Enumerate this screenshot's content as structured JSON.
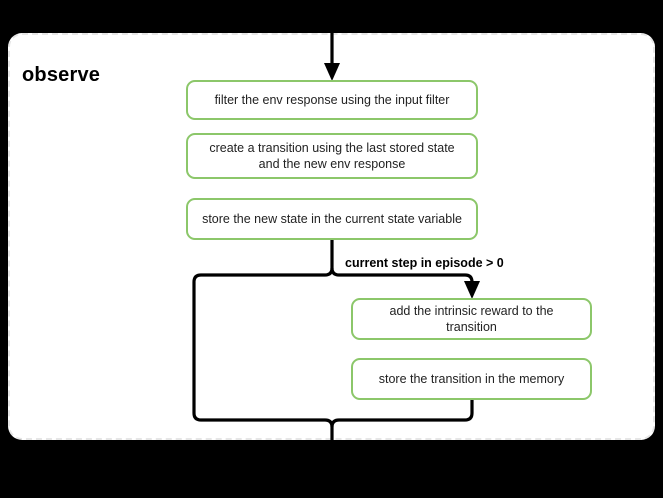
{
  "diagram": {
    "type": "flowchart",
    "group": {
      "title": "observe",
      "border_style": "dashed",
      "border_color": "#e6e6e6",
      "background": "#ffffff"
    },
    "canvas_background": "#000000",
    "node_border_color": "#8cc76a",
    "edge_color": "#000000",
    "nodes": [
      {
        "id": "filter",
        "label": "filter the env response using the input filter"
      },
      {
        "id": "transition",
        "label": "create a transition using the last stored state and the new env response"
      },
      {
        "id": "store_state",
        "label": "store the new state in the current state variable"
      },
      {
        "id": "intrinsic",
        "label": "add the intrinsic reward to the transition"
      },
      {
        "id": "store_mem",
        "label": "store the transition in the memory"
      }
    ],
    "edges": [
      {
        "from": "entry",
        "to": "filter",
        "label": ""
      },
      {
        "from": "store_state",
        "to": "intrinsic",
        "label": "current step in episode > 0"
      },
      {
        "from": "store_state",
        "to": "exit",
        "label": ""
      },
      {
        "from": "store_mem",
        "to": "exit",
        "label": ""
      }
    ],
    "branch_label": "current step in episode > 0"
  }
}
